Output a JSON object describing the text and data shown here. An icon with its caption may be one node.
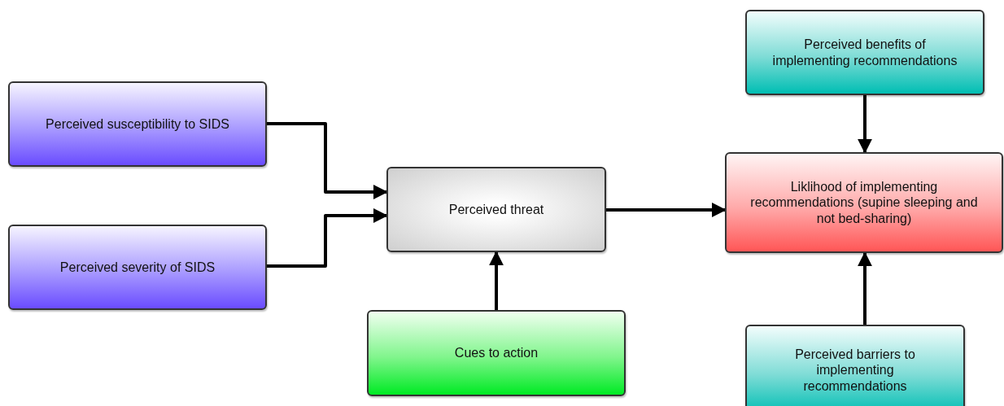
{
  "diagram": {
    "nodes": [
      {
        "text": [
          "Perceived benefits of implementing recommendations"
        ]
      },
      {
        "text": [
          "Perceived susceptibility to SIDS"
        ]
      },
      {
        "text": [
          "Perceived threat"
        ]
      },
      {
        "text": [
          "Liklihood of implementing recommendations (supine sleeping and not bed-sharing)"
        ]
      },
      {
        "text": [
          "Perceived severity of SIDS"
        ]
      },
      {
        "text": [
          "Cues to action"
        ]
      },
      {
        "text": [
          "Perceived barriers to implementing recommendations"
        ]
      }
    ],
    "edges": [
      {
        "from": 1,
        "to": 2,
        "arrow": "to"
      },
      {
        "from": 4,
        "to": 2,
        "arrow": "to"
      },
      {
        "from": 2,
        "to": 3,
        "arrow": "to"
      },
      {
        "from": 0,
        "to": 3,
        "arrow": "to"
      },
      {
        "from": 5,
        "to": 2,
        "arrow": "to"
      },
      {
        "from": 6,
        "to": 3,
        "arrow": "to"
      }
    ]
  }
}
